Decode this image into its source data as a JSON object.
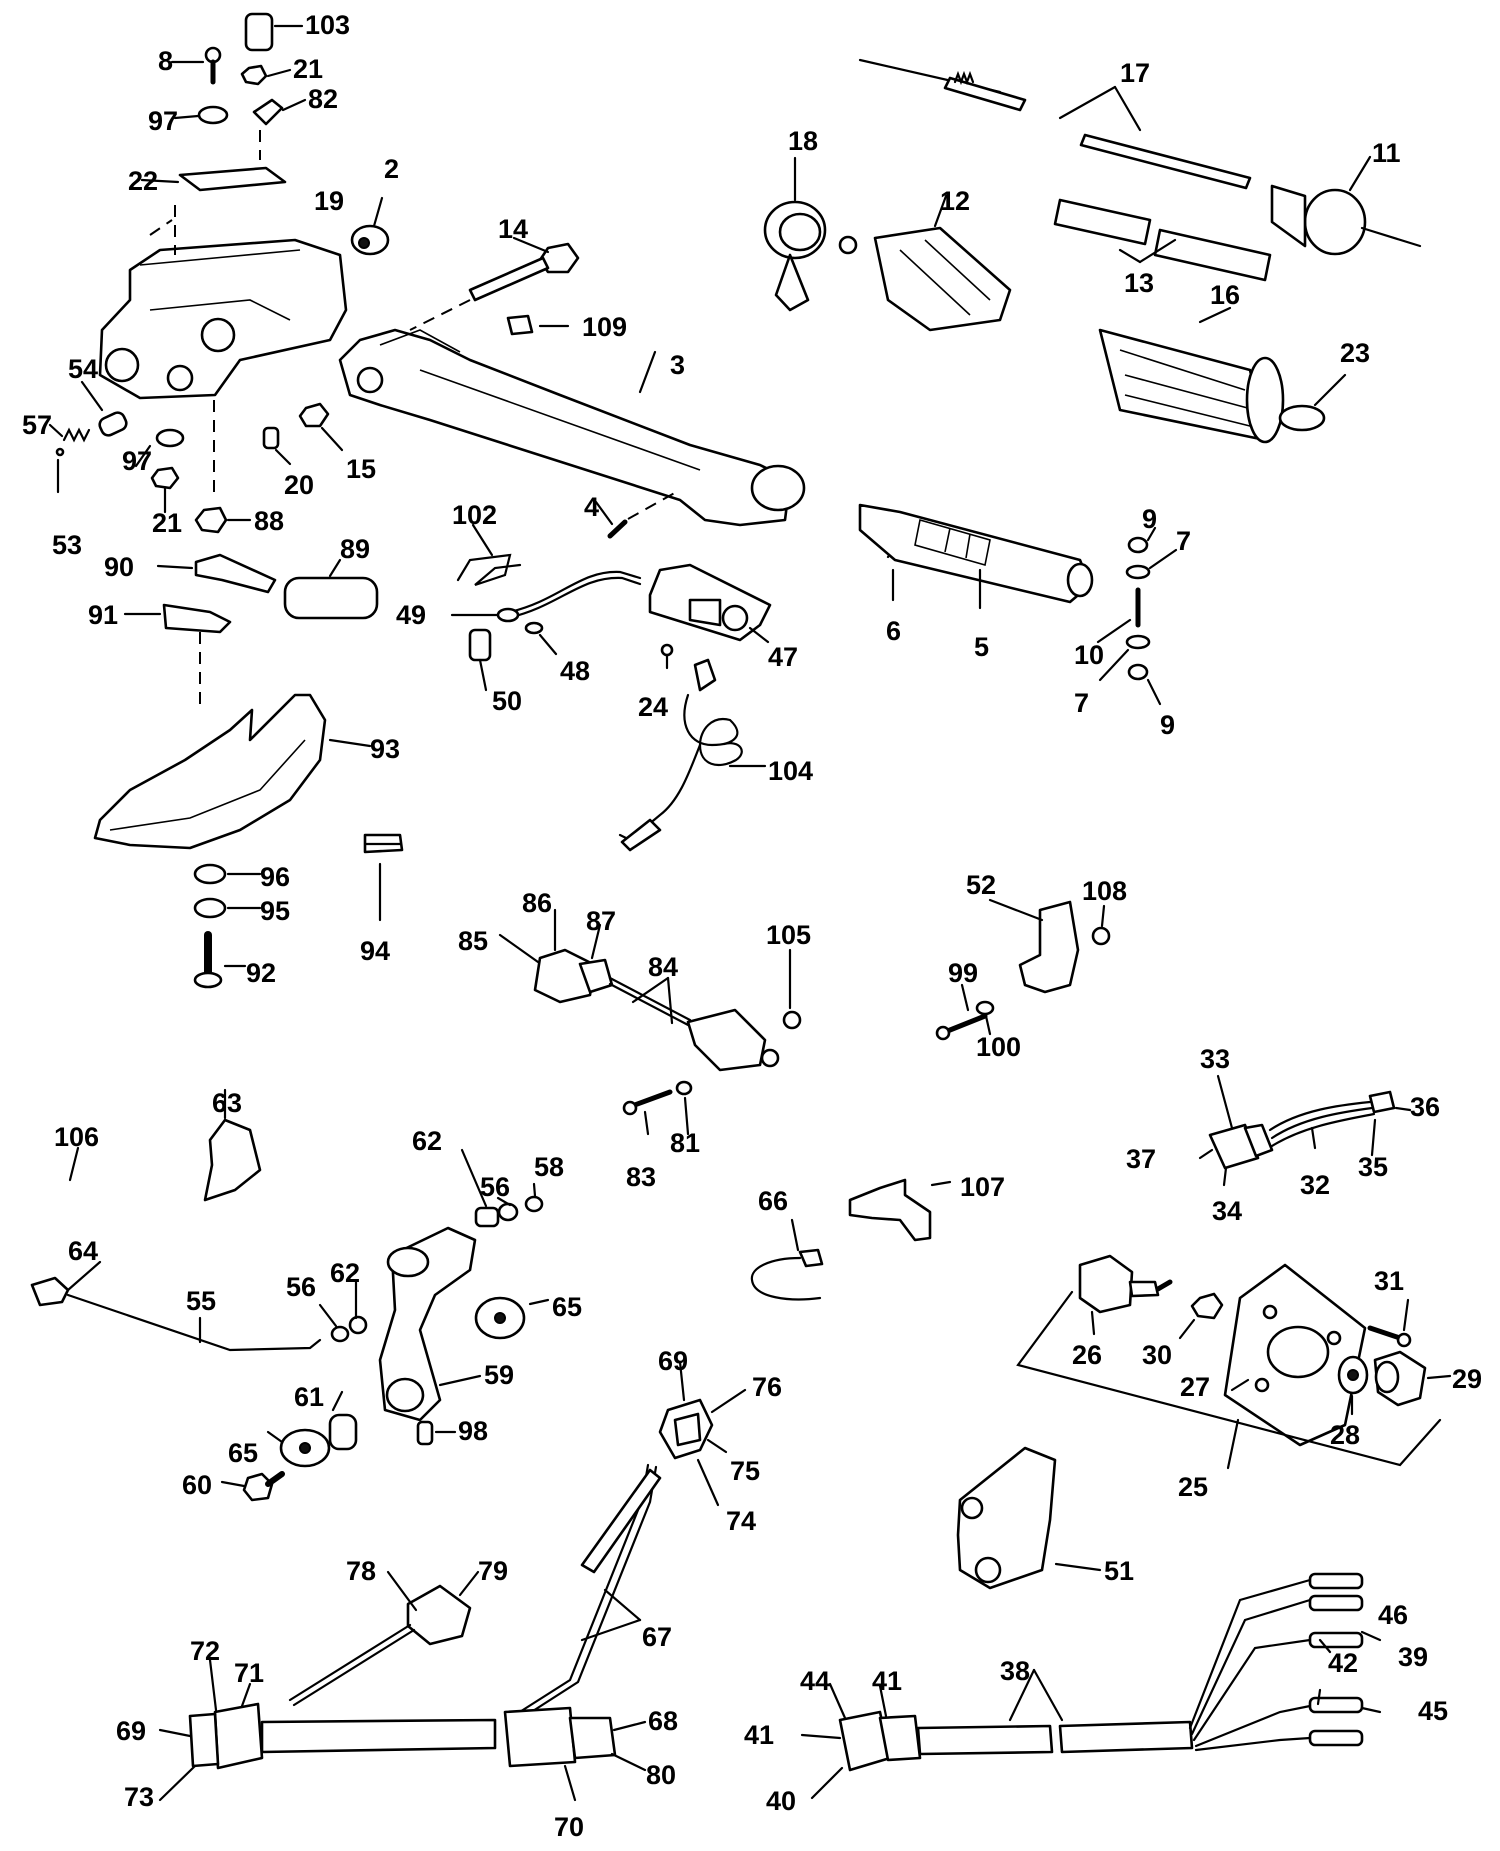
{
  "parts": [
    {
      "n": "103"
    },
    {
      "n": "8"
    },
    {
      "n": "21"
    },
    {
      "n": "97"
    },
    {
      "n": "82"
    },
    {
      "n": "22"
    },
    {
      "n": "19"
    },
    {
      "n": "2"
    },
    {
      "n": "14"
    },
    {
      "n": "109"
    },
    {
      "n": "3"
    },
    {
      "n": "54"
    },
    {
      "n": "57"
    },
    {
      "n": "53"
    },
    {
      "n": "97"
    },
    {
      "n": "21"
    },
    {
      "n": "20"
    },
    {
      "n": "15"
    },
    {
      "n": "88"
    },
    {
      "n": "4"
    },
    {
      "n": "18"
    },
    {
      "n": "12"
    },
    {
      "n": "17"
    },
    {
      "n": "11"
    },
    {
      "n": "13"
    },
    {
      "n": "16"
    },
    {
      "n": "23"
    },
    {
      "n": "90"
    },
    {
      "n": "89"
    },
    {
      "n": "91"
    },
    {
      "n": "102"
    },
    {
      "n": "49"
    },
    {
      "n": "48"
    },
    {
      "n": "50"
    },
    {
      "n": "47"
    },
    {
      "n": "24"
    },
    {
      "n": "6"
    },
    {
      "n": "5"
    },
    {
      "n": "9"
    },
    {
      "n": "7"
    },
    {
      "n": "10"
    },
    {
      "n": "7"
    },
    {
      "n": "9"
    },
    {
      "n": "93"
    },
    {
      "n": "104"
    },
    {
      "n": "96"
    },
    {
      "n": "95"
    },
    {
      "n": "92"
    },
    {
      "n": "94"
    },
    {
      "n": "86"
    },
    {
      "n": "87"
    },
    {
      "n": "85"
    },
    {
      "n": "84"
    },
    {
      "n": "105"
    },
    {
      "n": "52"
    },
    {
      "n": "108"
    },
    {
      "n": "99"
    },
    {
      "n": "100"
    },
    {
      "n": "83"
    },
    {
      "n": "81"
    },
    {
      "n": "33"
    },
    {
      "n": "36"
    },
    {
      "n": "37"
    },
    {
      "n": "32"
    },
    {
      "n": "35"
    },
    {
      "n": "34"
    },
    {
      "n": "106"
    },
    {
      "n": "63"
    },
    {
      "n": "62"
    },
    {
      "n": "56"
    },
    {
      "n": "58"
    },
    {
      "n": "66"
    },
    {
      "n": "107"
    },
    {
      "n": "64"
    },
    {
      "n": "55"
    },
    {
      "n": "56"
    },
    {
      "n": "62"
    },
    {
      "n": "65"
    },
    {
      "n": "59"
    },
    {
      "n": "61"
    },
    {
      "n": "65"
    },
    {
      "n": "98"
    },
    {
      "n": "60"
    },
    {
      "n": "31"
    },
    {
      "n": "26"
    },
    {
      "n": "30"
    },
    {
      "n": "27"
    },
    {
      "n": "29"
    },
    {
      "n": "28"
    },
    {
      "n": "25"
    },
    {
      "n": "69"
    },
    {
      "n": "76"
    },
    {
      "n": "75"
    },
    {
      "n": "74"
    },
    {
      "n": "51"
    },
    {
      "n": "78"
    },
    {
      "n": "79"
    },
    {
      "n": "67"
    },
    {
      "n": "72"
    },
    {
      "n": "71"
    },
    {
      "n": "69"
    },
    {
      "n": "68"
    },
    {
      "n": "73"
    },
    {
      "n": "80"
    },
    {
      "n": "70"
    },
    {
      "n": "42"
    },
    {
      "n": "39"
    },
    {
      "n": "38"
    },
    {
      "n": "44"
    },
    {
      "n": "41"
    },
    {
      "n": "46"
    },
    {
      "n": "45"
    },
    {
      "n": "41"
    },
    {
      "n": "40"
    }
  ]
}
